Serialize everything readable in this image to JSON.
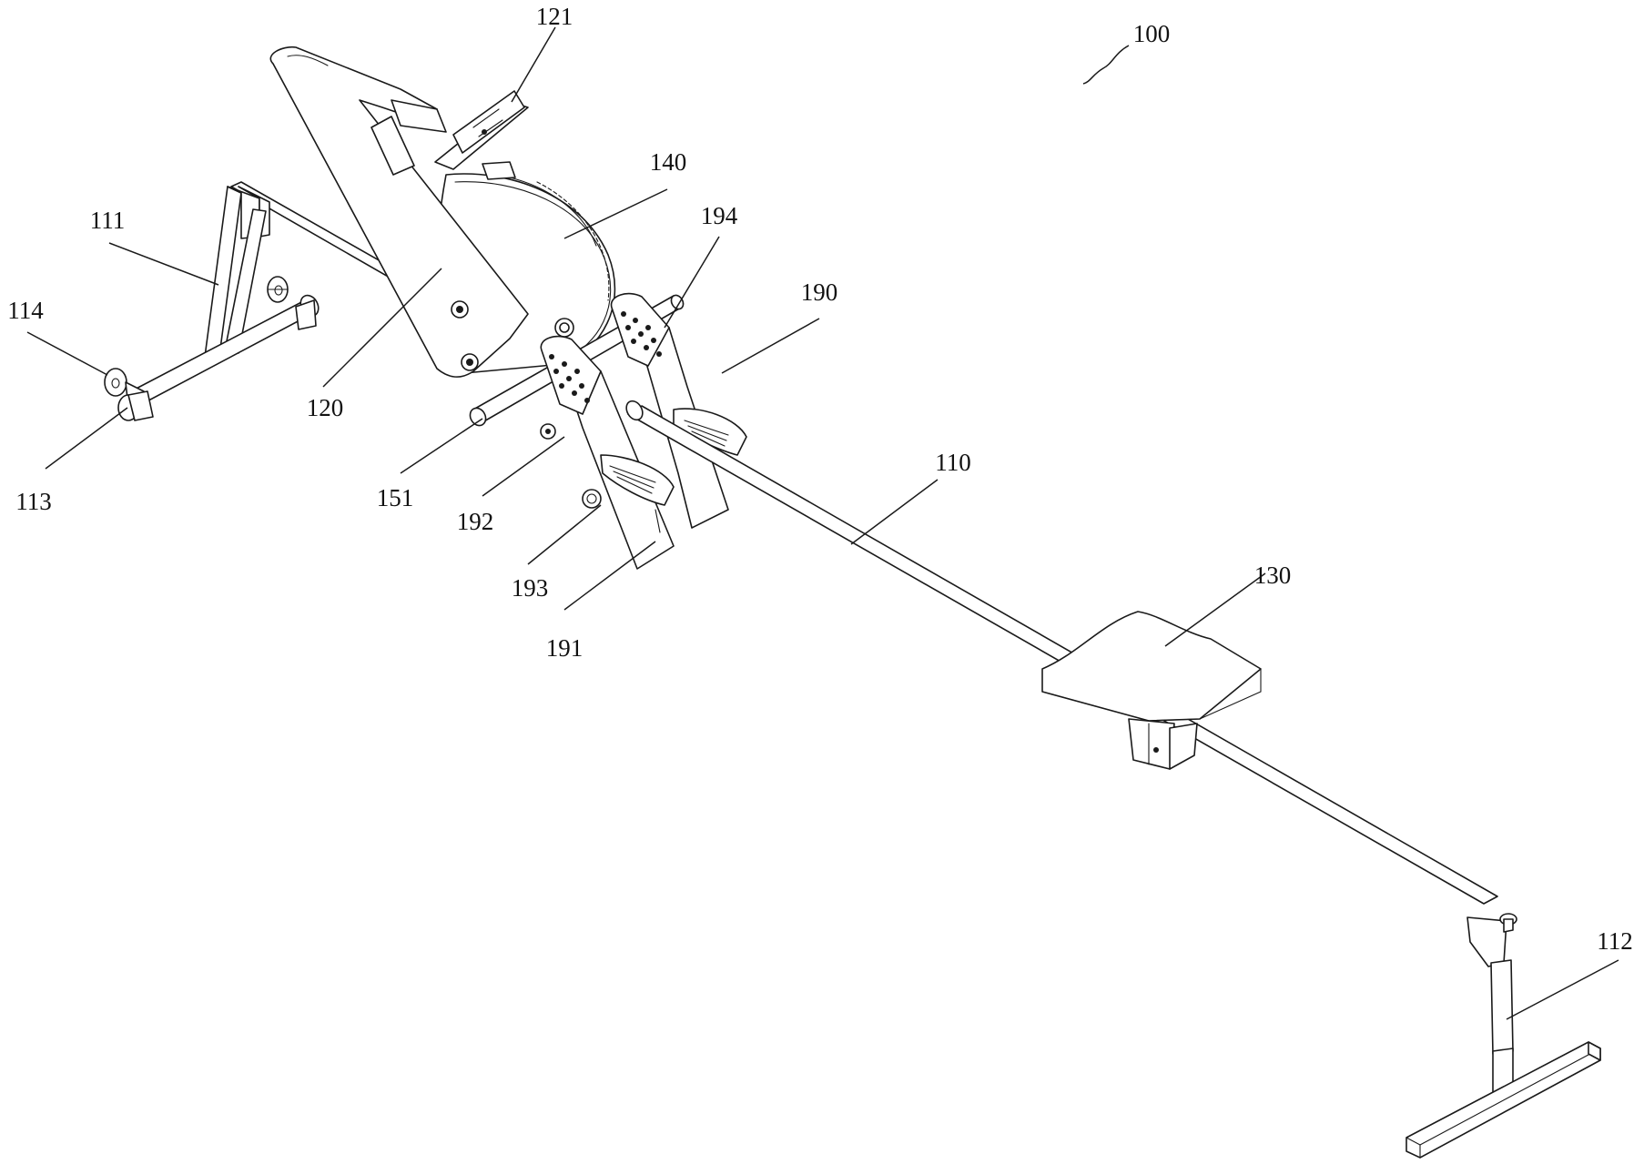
{
  "figure": {
    "labels": {
      "l100": "100",
      "l110": "110",
      "l111": "111",
      "l112": "112",
      "l113": "113",
      "l114": "114",
      "l120": "120",
      "l121": "121",
      "l130": "130",
      "l140": "140",
      "l151": "151",
      "l190": "190",
      "l191": "191",
      "l192": "192",
      "l193": "193",
      "l194": "194"
    }
  },
  "colors": {
    "line": "#1a1a1a",
    "background": "#ffffff"
  }
}
